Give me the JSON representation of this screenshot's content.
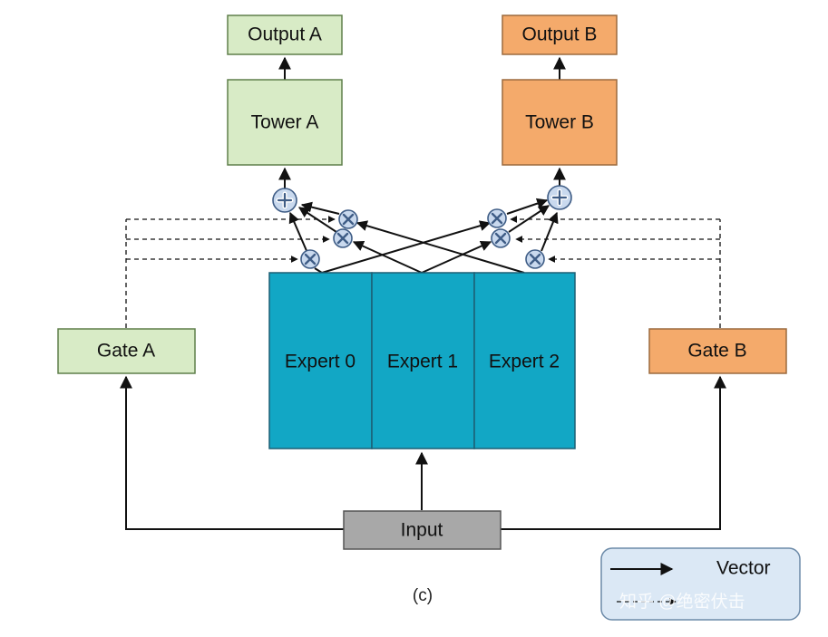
{
  "colors": {
    "green_fill": "#d8ebc6",
    "green_stroke": "#5f7f4a",
    "orange_fill": "#f4aa6b",
    "orange_stroke": "#9b6a3e",
    "expert_fill": "#12a7c5",
    "expert_stroke": "#1c5f74",
    "input_fill": "#a8a8a8",
    "legend_fill": "#dbe8f5",
    "legend_stroke": "#6c8aa8",
    "op_fill": "#c9d9ee",
    "op_stroke": "#3f5d86"
  },
  "nodes": {
    "output_a": "Output A",
    "tower_a": "Tower A",
    "output_b": "Output B",
    "tower_b": "Tower B",
    "gate_a": "Gate A",
    "gate_b": "Gate B",
    "expert_0": "Expert 0",
    "expert_1": "Expert 1",
    "expert_2": "Expert 2",
    "input": "Input"
  },
  "caption": "(c)",
  "legend": {
    "vector_label": "Vector"
  },
  "watermark": "知乎 @绝密伏击",
  "icons": {
    "sum_operator": "plus-circle-icon",
    "multiply_operator": "times-circle-icon"
  }
}
